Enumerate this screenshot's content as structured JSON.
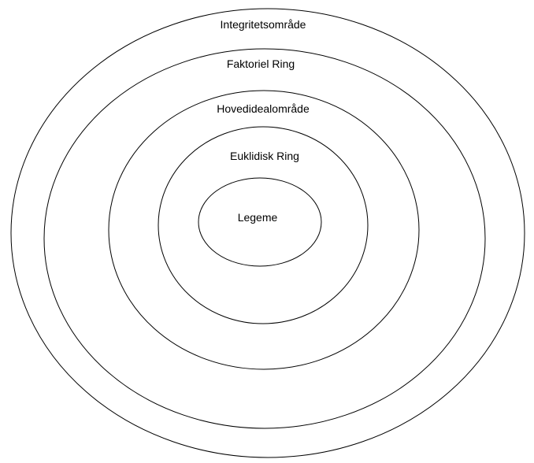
{
  "diagram": {
    "stroke_color": "#000000",
    "background_color": "#ffffff",
    "rings": [
      {
        "label": "Integritetsområde"
      },
      {
        "label": "Faktoriel Ring"
      },
      {
        "label": "Hovedidealområde"
      },
      {
        "label": "Euklidisk Ring"
      },
      {
        "label": "Legeme"
      }
    ]
  }
}
